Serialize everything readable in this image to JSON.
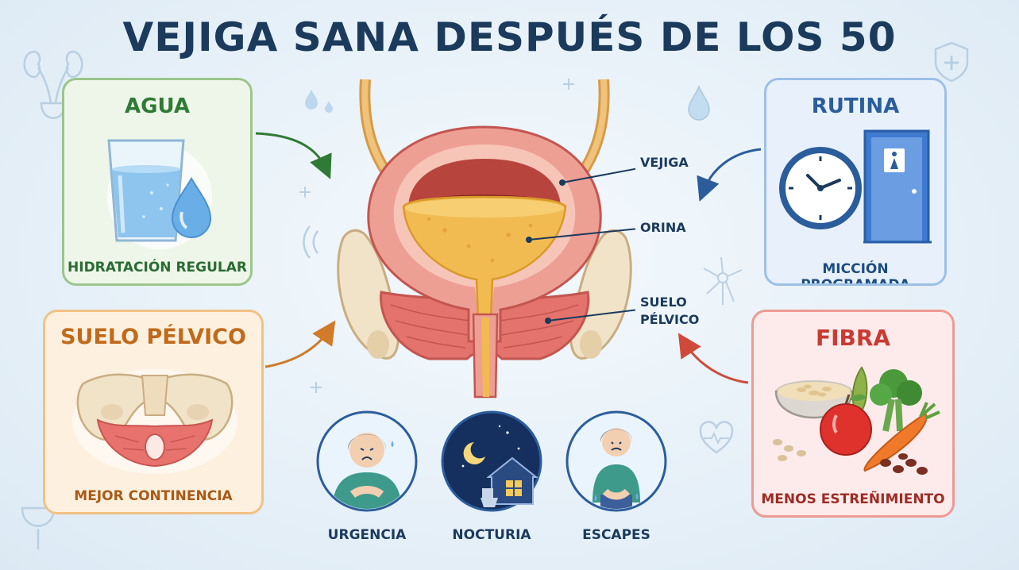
{
  "title": "VEJIGA SANA DESPUÉS DE LOS 50",
  "cards": {
    "agua": {
      "title": "AGUA",
      "caption": "HIDRATACIÓN REGULAR",
      "icon": "water-glass-icon"
    },
    "suelo_pelvico": {
      "title": "SUELO PÉLVICO",
      "caption": "MEJOR CONTINENCIA",
      "icon": "pelvis-icon"
    },
    "rutina": {
      "title": "RUTINA",
      "caption": "MICCIÓN PROGRAMADA",
      "icon": "clock-door-icon"
    },
    "fibra": {
      "title": "FIBRA",
      "caption": "MENOS ESTREÑIMIENTO",
      "icon": "food-icon"
    }
  },
  "anatomy_labels": {
    "vejiga": "VEJIGA",
    "orina": "ORINA",
    "suelo_line1": "SUELO",
    "suelo_line2": "PÉLVICO"
  },
  "symptoms": [
    {
      "label": "URGENCIA",
      "icon": "urgency-woman-icon"
    },
    {
      "label": "NOCTURIA",
      "icon": "night-house-icon"
    },
    {
      "label": "ESCAPES",
      "icon": "leak-woman-icon"
    }
  ],
  "colors": {
    "title": "#1b3a5c",
    "agua": "#2f7a35",
    "suelo": "#c06a1c",
    "rutina": "#2b5d9c",
    "fibra": "#c83a32"
  }
}
